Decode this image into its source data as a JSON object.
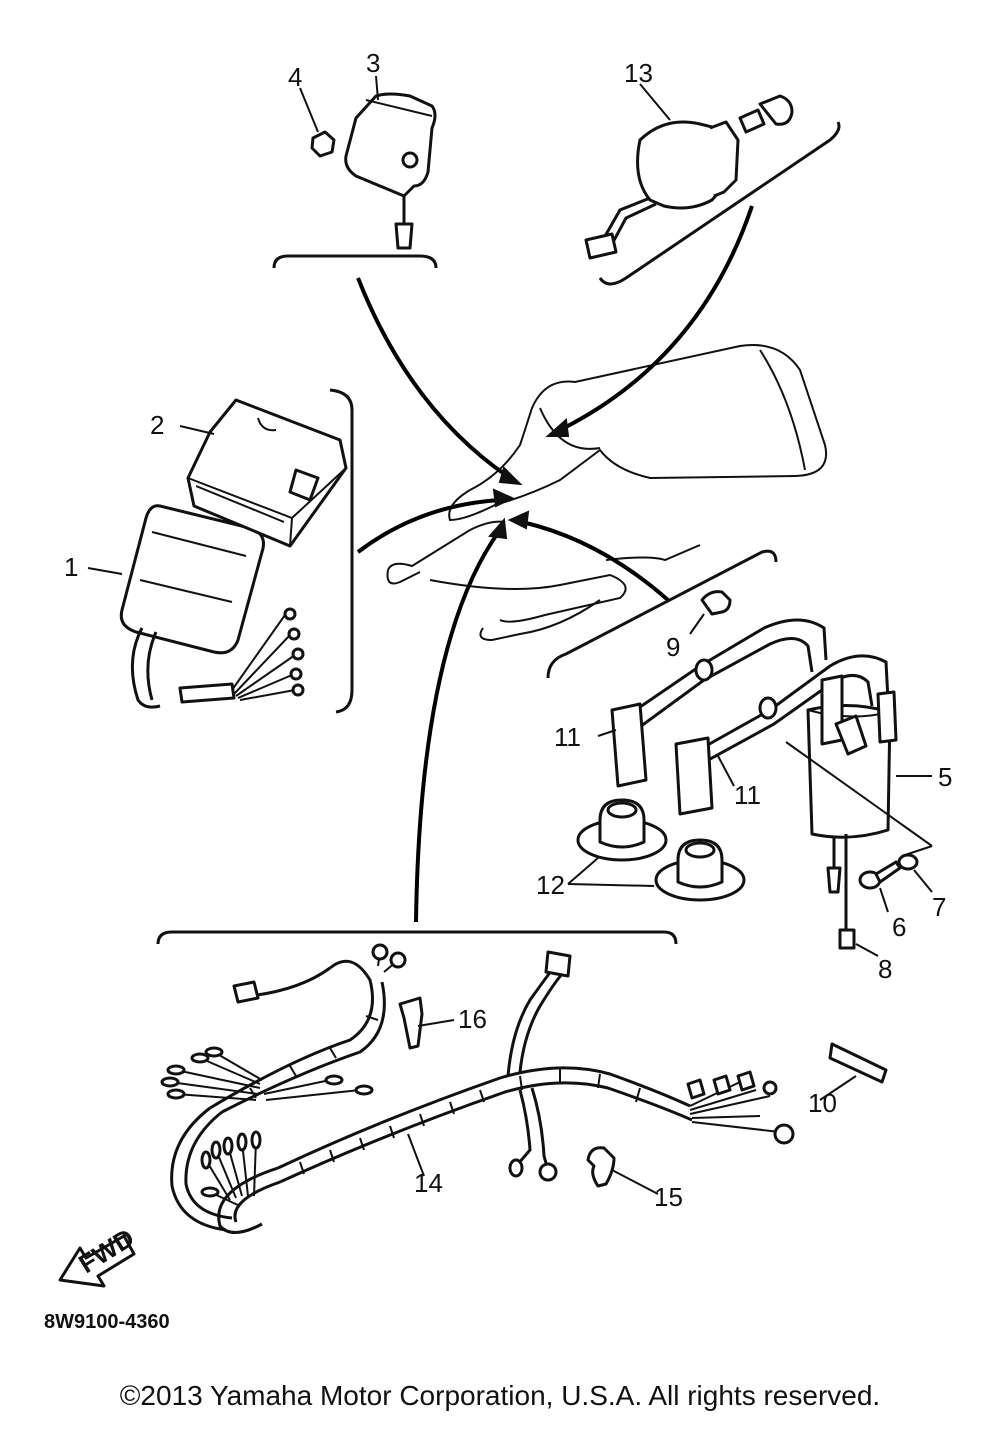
{
  "diagram": {
    "callouts": [
      "1",
      "2",
      "3",
      "4",
      "5",
      "6",
      "7",
      "8",
      "9",
      "10",
      "11",
      "11",
      "12",
      "13",
      "14",
      "15",
      "16"
    ],
    "fwd_label": "FWD",
    "drawing_code": "8W9100-4360",
    "copyright": "©2013 Yamaha Motor Corporation, U.S.A. All rights reserved."
  }
}
